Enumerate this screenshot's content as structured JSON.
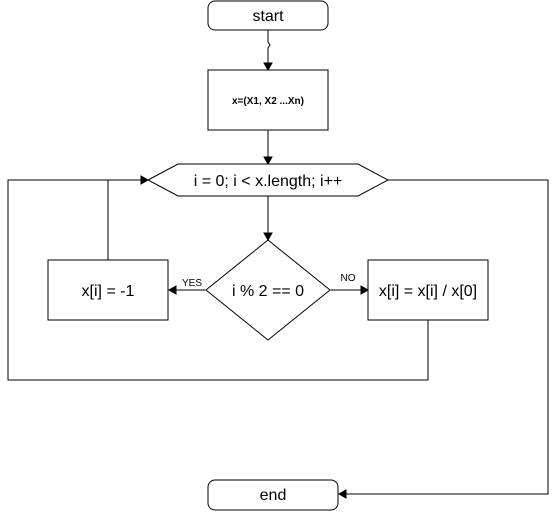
{
  "flowchart": {
    "nodes": {
      "start": {
        "label": "start",
        "shape": "rounded-rect"
      },
      "input": {
        "label": "x=(X1, X2 ...Xn)",
        "shape": "rect"
      },
      "loop": {
        "label": "i = 0; i < x.length; i++",
        "shape": "hexagon"
      },
      "condition": {
        "label": "i % 2 == 0",
        "shape": "diamond"
      },
      "yes_action": {
        "label": "x[i] = -1",
        "shape": "rect"
      },
      "no_action": {
        "label": "x[i] = x[i] / x[0]",
        "shape": "rect"
      },
      "end": {
        "label": "end",
        "shape": "rounded-rect"
      }
    },
    "edges": {
      "yes_label": "YES",
      "no_label": "NO"
    },
    "connections": [
      {
        "from": "start",
        "to": "input"
      },
      {
        "from": "input",
        "to": "loop"
      },
      {
        "from": "loop",
        "to": "condition"
      },
      {
        "from": "condition",
        "to": "yes_action",
        "label": "YES"
      },
      {
        "from": "condition",
        "to": "no_action",
        "label": "NO"
      },
      {
        "from": "yes_action",
        "to": "loop"
      },
      {
        "from": "no_action",
        "to": "loop"
      },
      {
        "from": "loop",
        "to": "end"
      }
    ],
    "colors": {
      "stroke": "#000000",
      "fill": "#ffffff"
    }
  }
}
